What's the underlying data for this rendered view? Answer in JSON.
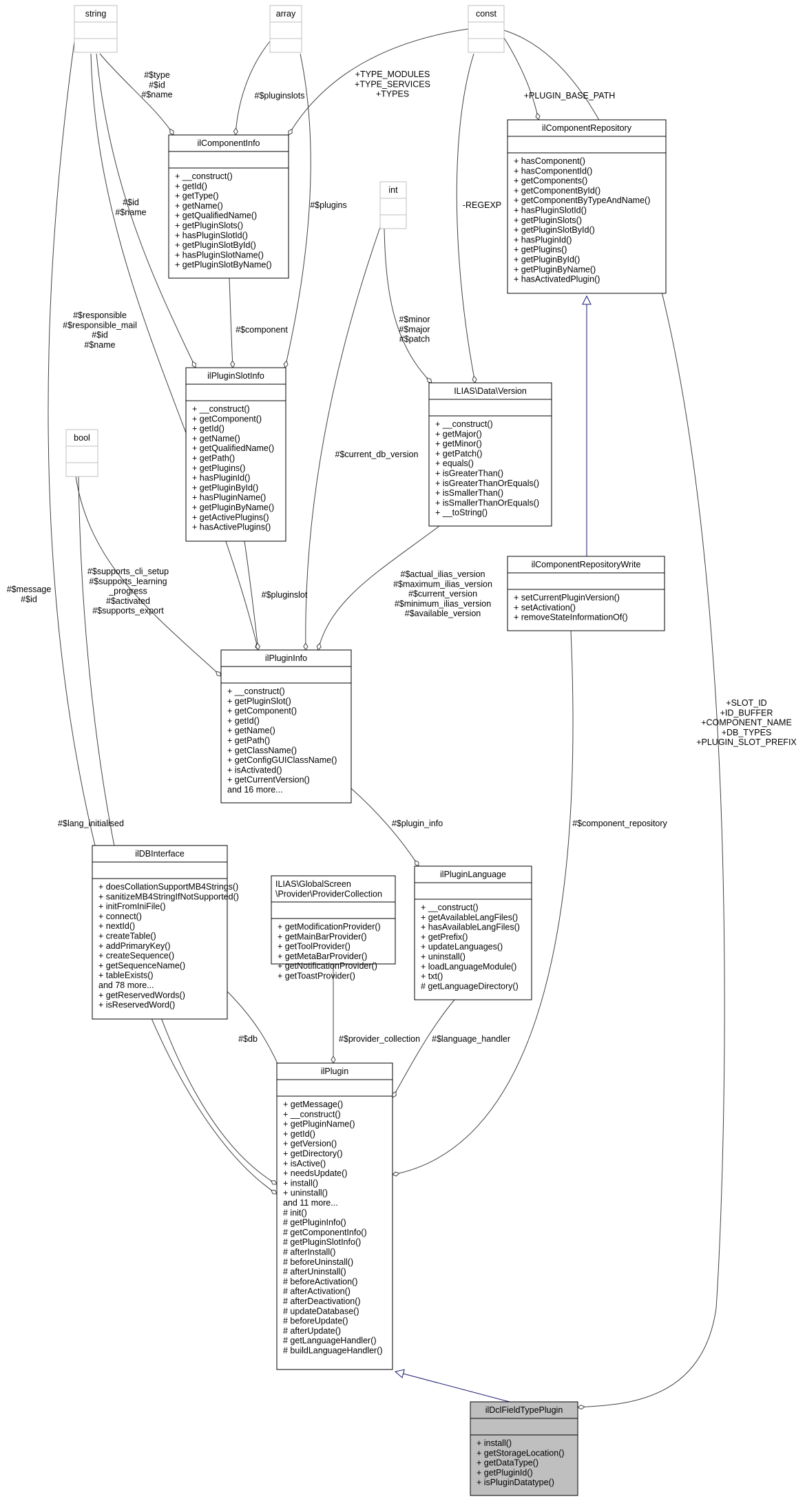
{
  "colors": {
    "stroke": "#000000",
    "type_stroke": "#bfbfbf",
    "inherit_edge": "#191970",
    "highlight_fill": "#bfbfbf",
    "background": "#ffffff"
  },
  "nodes": {
    "string": {
      "title": "string",
      "members": []
    },
    "array": {
      "title": "array",
      "members": []
    },
    "const": {
      "title": "const",
      "members": []
    },
    "int": {
      "title": "int",
      "members": []
    },
    "bool": {
      "title": "bool",
      "members": []
    },
    "component_info": {
      "title": "ilComponentInfo",
      "members": [
        "+ __construct()",
        "+ getId()",
        "+ getType()",
        "+ getName()",
        "+ getQualifiedName()",
        "+ getPluginSlots()",
        "+ hasPluginSlotId()",
        "+ getPluginSlotById()",
        "+ hasPluginSlotName()",
        "+ getPluginSlotByName()"
      ]
    },
    "component_repository": {
      "title": "ilComponentRepository",
      "members": [
        "+ hasComponent()",
        "+ hasComponentId()",
        "+ getComponents()",
        "+ getComponentById()",
        "+ getComponentByTypeAndName()",
        "+ hasPluginSlotId()",
        "+ getPluginSlots()",
        "+ getPluginSlotById()",
        "+ hasPluginId()",
        "+ getPlugins()",
        "+ getPluginById()",
        "+ getPluginByName()",
        "+ hasActivatedPlugin()"
      ]
    },
    "plugin_slot_info": {
      "title": "ilPluginSlotInfo",
      "members": [
        "+ __construct()",
        "+ getComponent()",
        "+ getId()",
        "+ getName()",
        "+ getQualifiedName()",
        "+ getPath()",
        "+ getPlugins()",
        "+ hasPluginId()",
        "+ getPluginById()",
        "+ hasPluginName()",
        "+ getPluginByName()",
        "+ getActivePlugins()",
        "+ hasActivePlugins()"
      ]
    },
    "version": {
      "title": "ILIAS\\Data\\Version",
      "members": [
        "+ __construct()",
        "+ getMajor()",
        "+ getMinor()",
        "+ getPatch()",
        "+ equals()",
        "+ isGreaterThan()",
        "+ isGreaterThanOrEquals()",
        "+ isSmallerThan()",
        "+ isSmallerThanOrEquals()",
        "+ __toString()"
      ]
    },
    "repository_write": {
      "title": "ilComponentRepositoryWrite",
      "members": [
        "+ setCurrentPluginVersion()",
        "+ setActivation()",
        "+ removeStateInformationOf()"
      ]
    },
    "plugin_info": {
      "title": "ilPluginInfo",
      "members": [
        "+ __construct()",
        "+ getPluginSlot()",
        "+ getComponent()",
        "+ getId()",
        "+ getName()",
        "+ getPath()",
        "+ getClassName()",
        "+ getConfigGUIClassName()",
        "+ isActivated()",
        "+ getCurrentVersion()",
        "and 16 more..."
      ]
    },
    "db_interface": {
      "title": "ilDBInterface",
      "members": [
        "+ doesCollationSupportMB4Strings()",
        "+ sanitizeMB4StringIfNotSupported()",
        "+ initFromIniFile()",
        "+ connect()",
        "+ nextId()",
        "+ createTable()",
        "+ addPrimaryKey()",
        "+ createSequence()",
        "+ getSequenceName()",
        "+ tableExists()",
        "and 78 more...",
        "+ getReservedWords()",
        "+ isReservedWord()"
      ]
    },
    "provider_collection": {
      "title_lines": [
        "ILIAS\\GlobalScreen",
        "\\Provider\\ProviderCollection"
      ],
      "members": [
        "+ getModificationProvider()",
        "+ getMainBarProvider()",
        "+ getToolProvider()",
        "+ getMetaBarProvider()",
        "+ getNotificationProvider()",
        "+ getToastProvider()"
      ]
    },
    "plugin_language": {
      "title": "ilPluginLanguage",
      "members": [
        "+ __construct()",
        "+ getAvailableLangFiles()",
        "+ hasAvailableLangFiles()",
        "+ getPrefix()",
        "+ updateLanguages()",
        "+ uninstall()",
        "+ loadLanguageModule()",
        "+ txt()",
        "# getLanguageDirectory()"
      ]
    },
    "plugin": {
      "title": "ilPlugin",
      "members": [
        "+ getMessage()",
        "+ __construct()",
        "+ getPluginName()",
        "+ getId()",
        "+ getVersion()",
        "+ getDirectory()",
        "+ isActive()",
        "+ needsUpdate()",
        "+ install()",
        "+ uninstall()",
        "and 11 more...",
        "# init()",
        "# getPluginInfo()",
        "# getComponentInfo()",
        "# getPluginSlotInfo()",
        "# afterInstall()",
        "# beforeUninstall()",
        "# afterUninstall()",
        "# beforeActivation()",
        "# afterActivation()",
        "# afterDeactivation()",
        "# updateDatabase()",
        "# beforeUpdate()",
        "# afterUpdate()",
        "# getLanguageHandler()",
        "# buildLanguageHandler()"
      ]
    },
    "dcl_plugin": {
      "title": "ilDclFieldTypePlugin",
      "members": [
        "+ install()",
        "+ getStorageLocation()",
        "+ getDataType()",
        "+ getPluginId()",
        "+ isPluginDatatype()"
      ]
    }
  },
  "edge_labels": {
    "string_to_component_info": [
      "#$type",
      "#$id",
      "#$name"
    ],
    "array_to_component_info": [
      "#$pluginslots"
    ],
    "const_to_component_info": [
      "+TYPE_MODULES",
      "+TYPE_SERVICES",
      "+TYPES"
    ],
    "const_to_repository": [
      "+PLUGIN_BASE_PATH"
    ],
    "string_to_slot_info": [
      "#$id",
      "#$name"
    ],
    "array_to_slot_info": [
      "#$plugins"
    ],
    "component_to_slot_info": [
      "#$component"
    ],
    "const_to_version": [
      "-REGEXP"
    ],
    "int_to_version": [
      "#$minor",
      "#$major",
      "#$patch"
    ],
    "string_to_plugin_info": [
      "#$responsible",
      "#$responsible_mail",
      "#$id",
      "#$name"
    ],
    "int_to_plugin_info": [
      "#$current_db_version"
    ],
    "bool_to_plugin_info": [
      "#$supports_cli_setup",
      "#$supports_learning",
      "_progress",
      "#$activated",
      "#$supports_export"
    ],
    "slot_to_plugin_info": [
      "#$pluginslot"
    ],
    "version_to_plugin_info": [
      "#$actual_ilias_version",
      "#$maximum_ilias_version",
      "#$current_version",
      "#$minimum_ilias_version",
      "#$available_version"
    ],
    "string_to_plugin": [
      "#$message",
      "#$id"
    ],
    "bool_to_plugin": [
      "#$lang_initialised"
    ],
    "plugin_info_to_language": [
      "#$plugin_info"
    ],
    "db_to_plugin": [
      "#$db"
    ],
    "provider_to_plugin": [
      "#$provider_collection"
    ],
    "language_to_plugin": [
      "#$language_handler"
    ],
    "repository_to_plugin": [
      "#$component_repository"
    ],
    "const_to_dcl": [
      "+SLOT_ID",
      "+ID_BUFFER",
      "+COMPONENT_NAME",
      "+DB_TYPES",
      "+PLUGIN_SLOT_PREFIX"
    ]
  }
}
